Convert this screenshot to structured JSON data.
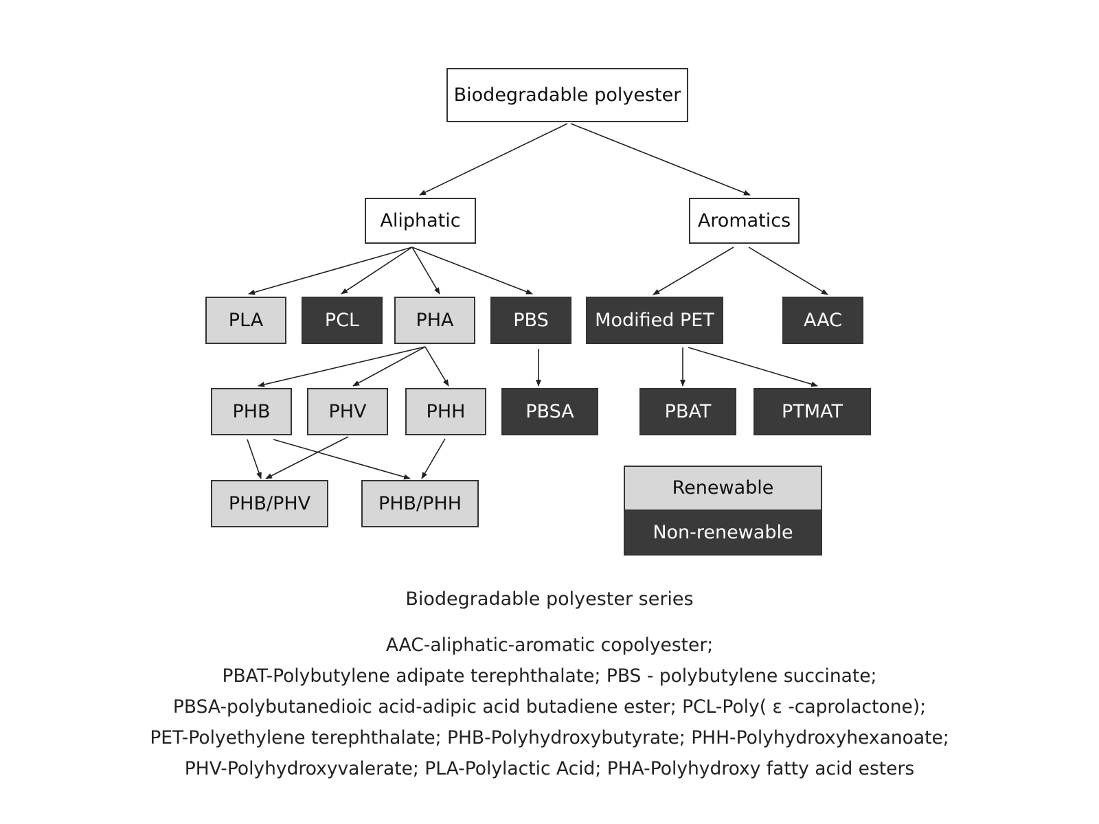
{
  "nodes": {
    "root": "Biodegradable polyester",
    "aliphatic": "Aliphatic",
    "aromatics": "Aromatics",
    "pla": "PLA",
    "pcl": "PCL",
    "pha": "PHA",
    "pbs": "PBS",
    "modified_pet": "Modified PET",
    "aac": "AAC",
    "phb": "PHB",
    "phv": "PHV",
    "phh": "PHH",
    "pbsa": "PBSA",
    "pbat": "PBAT",
    "ptmat": "PTMAT",
    "phb_phv": "PHB/PHV",
    "phb_phh": "PHB/PHH"
  },
  "legend": {
    "renewable": "Renewable",
    "non_renewable": "Non-renewable"
  },
  "colors": {
    "renewable": "#d7d7d7",
    "non_renewable": "#3a3a3a",
    "border": "#333333"
  },
  "caption": "Biodegradable polyester series",
  "notes": [
    "AAC-aliphatic-aromatic copolyester;",
    "PBAT-Polybutylene adipate terephthalate; PBS - polybutylene succinate;",
    "PBSA-polybutanedioic acid-adipic acid butadiene ester; PCL-Poly( ε -caprolactone);",
    "PET-Polyethylene terephthalate; PHB-Polyhydroxybutyrate; PHH-Polyhydroxyhexanoate;",
    "PHV-Polyhydroxyvalerate; PLA-Polylactic Acid; PHA-Polyhydroxy fatty acid esters"
  ]
}
